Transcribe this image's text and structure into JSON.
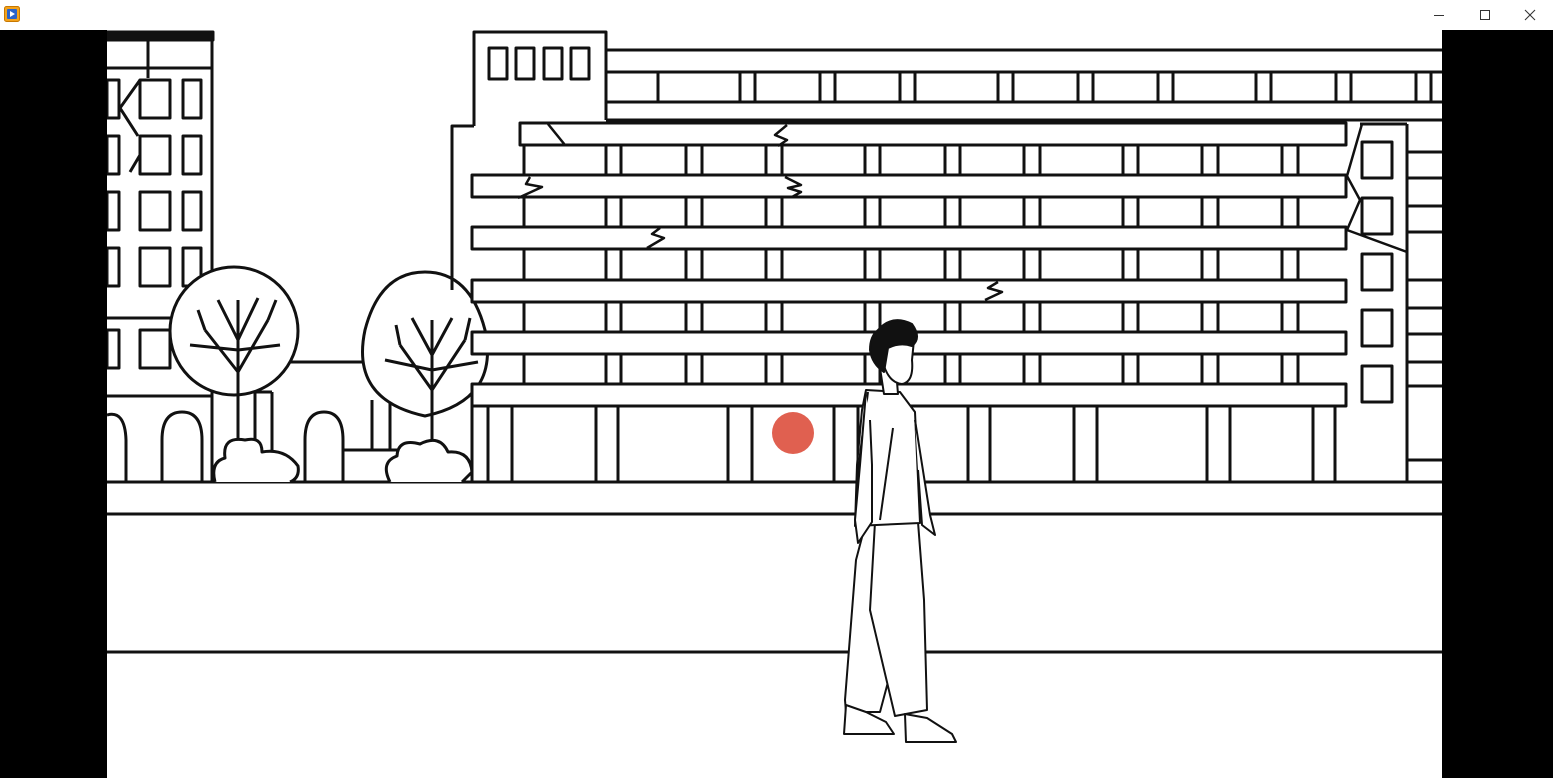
{
  "window": {
    "app_icon": "media-player-icon",
    "controls": {
      "minimize_icon": "minimize-icon",
      "maximize_icon": "maximize-icon",
      "close_icon": "close-icon"
    }
  },
  "video": {
    "scene_icons": [
      "building-illustration",
      "tree-illustration",
      "person-walking-illustration"
    ],
    "cursor_marker_color": "#e06050",
    "line_color": "#111111",
    "background_color": "#ffffff",
    "letterbox_color": "#000000"
  }
}
